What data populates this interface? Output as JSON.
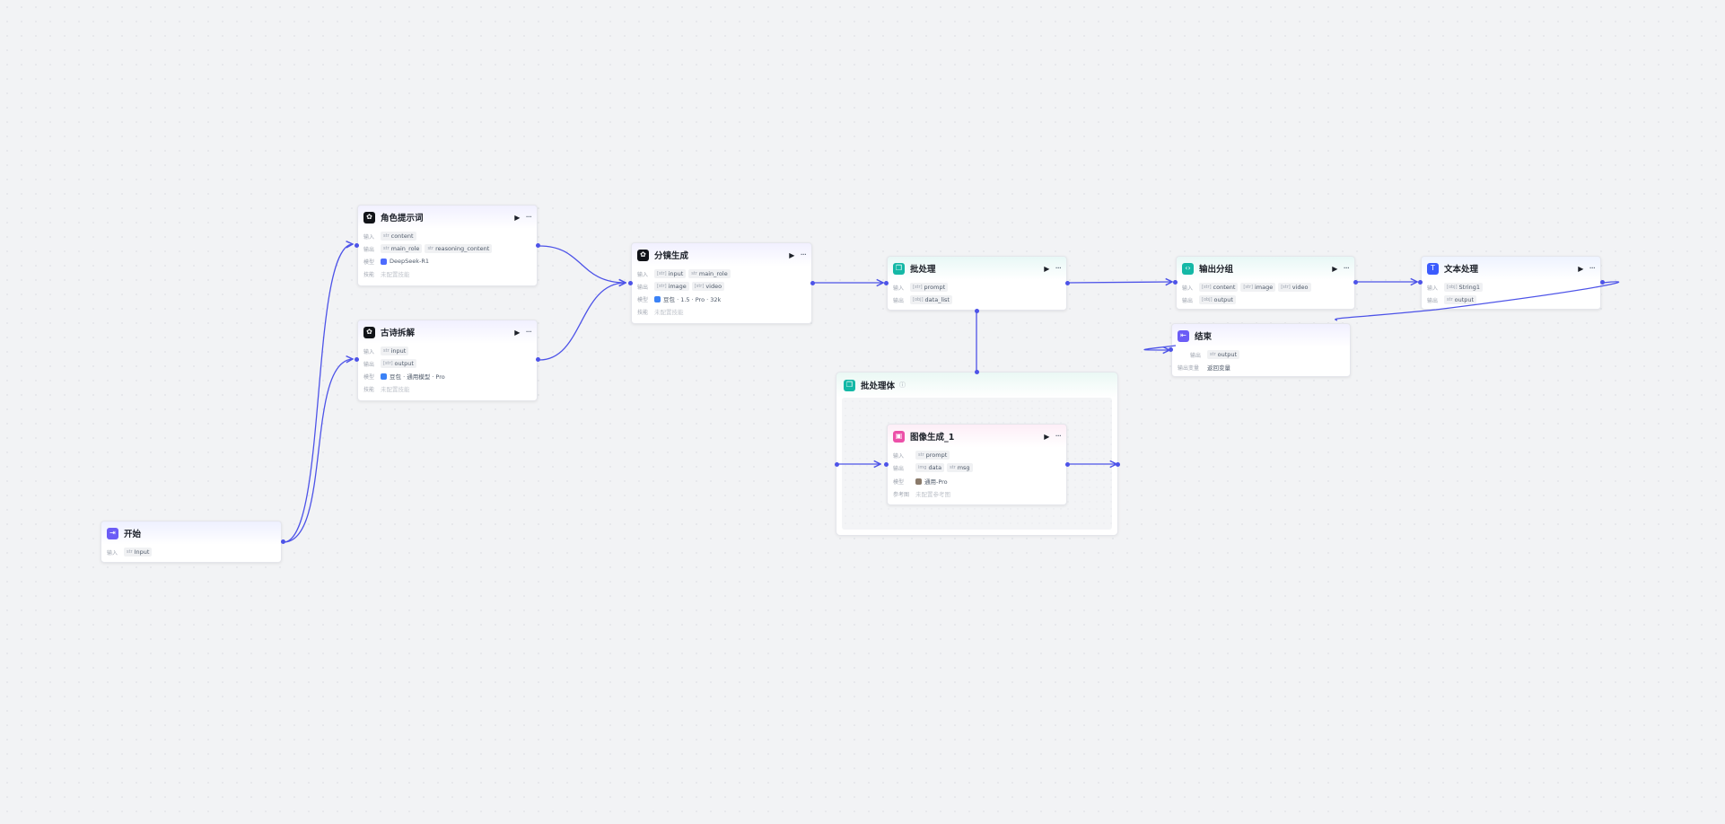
{
  "labels": {
    "input": "输入",
    "output": "输出",
    "model": "模型",
    "skill": "技能",
    "output_var": "输出变量",
    "ref_image": "参考图",
    "skill_placeholder": "未配置技能",
    "ref_placeholder": "未配置参考图"
  },
  "actions": {
    "run": "▶",
    "more": "···"
  },
  "nodes": {
    "start": {
      "title": "开始",
      "inputs": [
        "Input"
      ]
    },
    "role_prompt": {
      "title": "角色提示词",
      "inputs": [
        "content"
      ],
      "outputs": [
        "main_role",
        "reasoning_content"
      ],
      "model": "DeepSeek-R1"
    },
    "poem_split": {
      "title": "古诗拆解",
      "inputs": [
        "input"
      ],
      "outputs": [
        "output"
      ],
      "model": "豆包 · 通用模型 · Pro"
    },
    "storyboard": {
      "title": "分镜生成",
      "inputs": [
        "input",
        "main_role"
      ],
      "outputs": [
        "image",
        "video"
      ],
      "model": "豆包 · 1.5 · Pro · 32k"
    },
    "batch": {
      "title": "批处理",
      "inputs": [
        "prompt"
      ],
      "outputs": [
        "data_list"
      ]
    },
    "batch_body": {
      "title": "批处理体",
      "info": "ⓘ"
    },
    "image_gen": {
      "title": "图像生成_1",
      "inputs": [
        "prompt"
      ],
      "outputs": [
        "data",
        "msg"
      ],
      "model": "通用-Pro"
    },
    "output_group": {
      "title": "输出分组",
      "inputs": [
        "content",
        "image",
        "video"
      ],
      "outputs": [
        "output"
      ]
    },
    "text_proc": {
      "title": "文本处理",
      "inputs": [
        "String1"
      ],
      "outputs": [
        "output"
      ]
    },
    "end": {
      "title": "结束",
      "outputs": [
        "output"
      ],
      "output_var_value": "返回变量"
    }
  },
  "colors": {
    "edge": "#4d53e8",
    "canvas": "#f2f3f5",
    "icon_black": "#111318",
    "icon_teal": "#14b8a6",
    "icon_blue": "#3b5bfd",
    "icon_purple": "#6b5cf6",
    "icon_pink": "#ec4fa8"
  },
  "icons": {
    "start": "start-flag-icon",
    "llm": "llm-model-icon",
    "batch": "batch-cube-icon",
    "image_gen": "image-icon",
    "code": "code-icon",
    "text": "text-icon",
    "end": "end-flag-icon"
  }
}
